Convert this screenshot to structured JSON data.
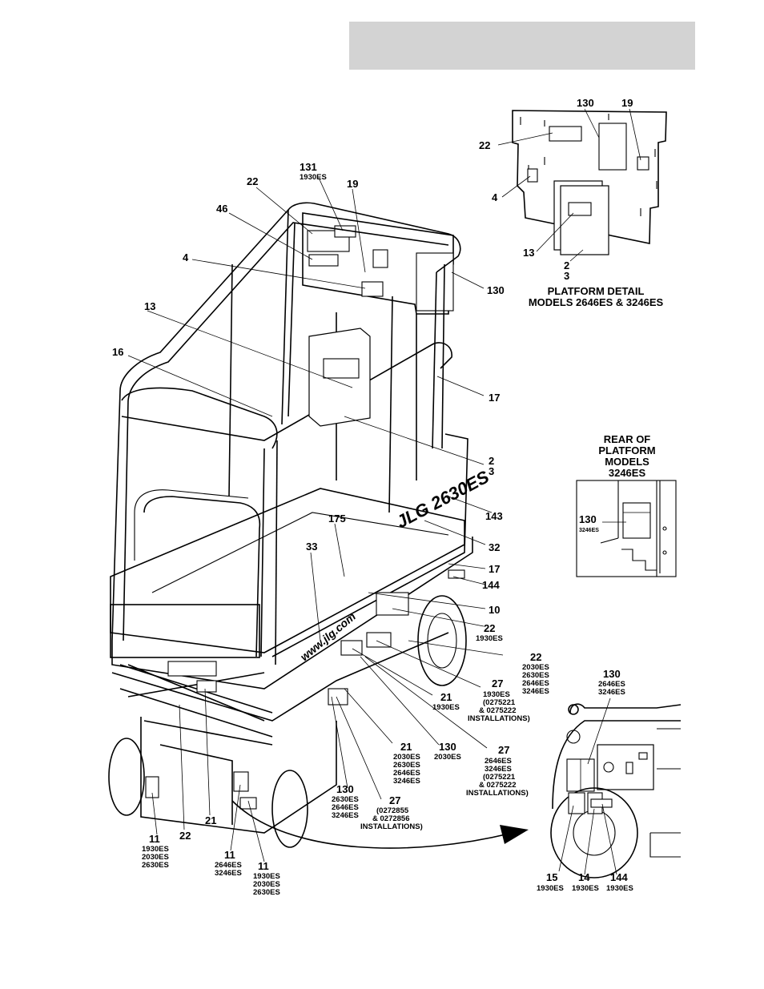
{
  "platform_detail": {
    "title_line1": "PLATFORM DETAIL",
    "title_line2": "MODELS 2646ES & 3246ES",
    "callouts": {
      "c130": "130",
      "c19": "19",
      "c22": "22",
      "c4": "4",
      "c13": "13",
      "c2": "2",
      "c3": "3"
    }
  },
  "rear_detail": {
    "title_line1": "REAR OF",
    "title_line2": "PLATFORM",
    "title_line3": "MODELS",
    "title_line4": "3246ES",
    "callout_num": "130",
    "callout_model": "3246ES"
  },
  "main_view": {
    "decal_text": "www.jlg.com",
    "model_text": "JLG 2630ES",
    "callouts": {
      "c131": "131",
      "c131_model": "1930ES",
      "c22": "22",
      "c19": "19",
      "c46": "46",
      "c4": "4",
      "c130": "130",
      "c13": "13",
      "c16": "16",
      "c17a": "17",
      "c2": "2",
      "c3": "3",
      "c143": "143",
      "c175": "175",
      "c33": "33",
      "c32": "32",
      "c17b": "17",
      "c144": "144",
      "c10": "10",
      "c22b": "22",
      "c22b_model": "1930ES",
      "c22c": "22",
      "c22c_m1": "2030ES",
      "c22c_m2": "2630ES",
      "c22c_m3": "2646ES",
      "c22c_m4": "3246ES",
      "c27a": "27",
      "c27a_m1": "1930ES",
      "c27a_m2": "(0275221",
      "c27a_m3": "& 0275222",
      "c27a_m4": "INSTALLATIONS)",
      "c21a": "21",
      "c21a_model": "1930ES",
      "c21b": "21",
      "c21b_m1": "2030ES",
      "c21b_m2": "2630ES",
      "c21b_m3": "2646ES",
      "c21b_m4": "3246ES",
      "c130b": "130",
      "c130b_model": "2030ES",
      "c27b": "27",
      "c27b_m1": "2646ES",
      "c27b_m2": "3246ES",
      "c27b_m3": "(0275221",
      "c27b_m4": "& 0275222",
      "c27b_m5": "INSTALLATIONS)",
      "c130c": "130",
      "c130c_m1": "2630ES",
      "c130c_m2": "2646ES",
      "c130c_m3": "3246ES",
      "c27c": "27",
      "c27c_m1": "(0272855",
      "c27c_m2": "& 0272856",
      "c27c_m3": "INSTALLATIONS)",
      "c11a": "11",
      "c11a_m1": "1930ES",
      "c11a_m2": "2030ES",
      "c11a_m3": "2630ES",
      "c22d": "22",
      "c21c": "21",
      "c11b": "11",
      "c11b_m1": "2646ES",
      "c11b_m2": "3246ES",
      "c11c": "11",
      "c11c_m1": "1930ES",
      "c11c_m2": "2030ES",
      "c11c_m3": "2630ES"
    }
  },
  "base_detail": {
    "callouts": {
      "c130": "130",
      "c130_m1": "2646ES",
      "c130_m2": "3246ES",
      "c15": "15",
      "c15_model": "1930ES",
      "c14": "14",
      "c14_model": "1930ES",
      "c144": "144",
      "c144_model": "1930ES"
    }
  }
}
